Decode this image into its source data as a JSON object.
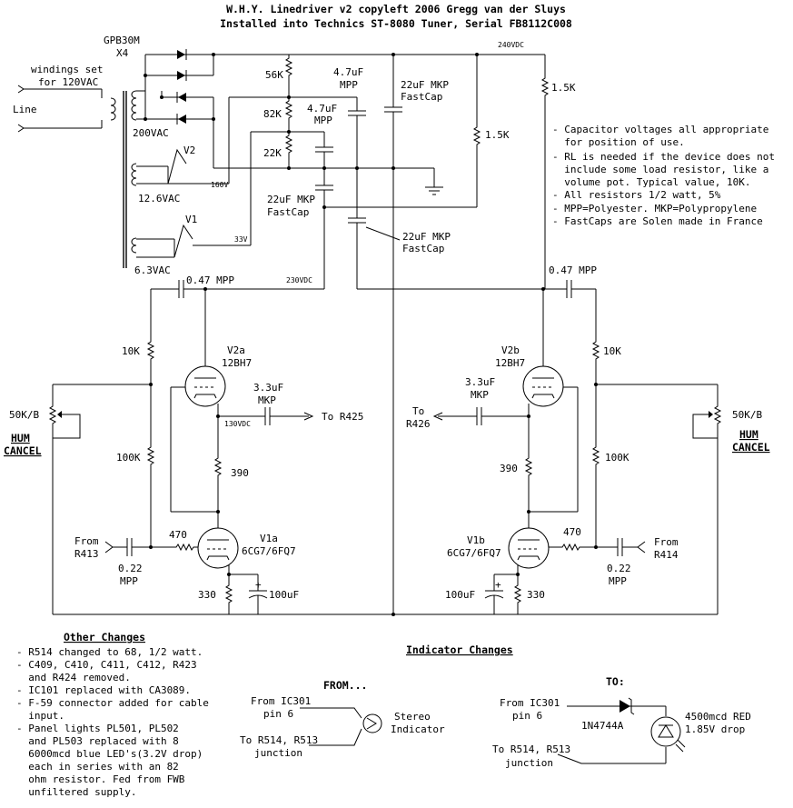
{
  "header": {
    "title_line1": "W.H.Y. Linedriver v2 copyleft 2006 Gregg van der Sluys",
    "title_line2": "Installed into Technics ST-8080 Tuner, Serial FB8112C008"
  },
  "power": {
    "rectifier": "GPB30M",
    "rectifier_count": "X4",
    "windings_note_1": "windings set",
    "windings_note_2": "for 120VAC",
    "line": "Line",
    "v200": "200VAC",
    "v2_label": "V2",
    "v126": "12.6VAC",
    "v160": "160V",
    "v1_label": "V1",
    "v33": "33V",
    "v63": "6.3VAC",
    "r56k": "56K",
    "r82k": "82K",
    "r22k": "22K",
    "c47_a": "4.7uF",
    "c47_a_type": "MPP",
    "c47_b": "4.7uF",
    "c47_b_type": "MPP",
    "c22_a": "22uF MKP",
    "c22_a_type": "FastCap",
    "c22_b": "22uF MKP",
    "c22_b_type": "FastCap",
    "c22_c": "22uF MKP",
    "c22_c_type": "FastCap",
    "v240": "240VDC",
    "r15k_a": "1.5K",
    "r15k_b": "1.5K",
    "v230": "230VDC"
  },
  "notes": [
    "- Capacitor voltages all appropriate",
    "  for position of use.",
    "- RL is needed if the device does not",
    "  include some load resistor, like a",
    "  volume pot. Typical value, 10K.",
    "- All resistors 1/2 watt, 5%",
    "- MPP=Polyester. MKP=Polypropylene",
    "- FastCaps are Solen made in France"
  ],
  "left_channel": {
    "c047": "0.47 MPP",
    "r10k": "10K",
    "pot": "50K/B",
    "hum_1": "HUM",
    "hum_2": "CANCEL",
    "r100k": "100K",
    "tube_top": "V2a",
    "tube_top_type": "12BH7",
    "c33": "3.3uF",
    "c33_type": "MKP",
    "to": "To R425",
    "v130": "130VDC",
    "r390": "390",
    "from_1": "From",
    "from_2": "R413",
    "r470": "470",
    "tube_bot": "V1a",
    "tube_bot_type": "6CG7/6FQ7",
    "c022": "0.22",
    "c022_type": "MPP",
    "r330": "330",
    "c100": "100uF",
    "plus": "+"
  },
  "right_channel": {
    "c047": "0.47 MPP",
    "r10k": "10K",
    "pot": "50K/B",
    "hum_1": "HUM",
    "hum_2": "CANCEL",
    "r100k": "100K",
    "tube_top": "V2b",
    "tube_top_type": "12BH7",
    "c33": "3.3uF",
    "c33_type": "MKP",
    "to_1": "To",
    "to_2": "R426",
    "r390": "390",
    "from_1": "From",
    "from_2": "R414",
    "r470": "470",
    "tube_bot": "V1b",
    "tube_bot_type": "6CG7/6FQ7",
    "c022": "0.22",
    "c022_type": "MPP",
    "r330": "330",
    "c100": "100uF",
    "plus": "+"
  },
  "other_changes": {
    "title": "Other Changes",
    "lines": [
      "- R514 changed to 68, 1/2 watt.",
      "- C409, C410, C411, C412, R423",
      "  and R424 removed.",
      "- IC101 replaced with CA3089.",
      "- F-59 connector added for cable",
      "  input.",
      "- Panel lights PL501, PL502",
      "  and PL503 replaced with 8",
      "  6000mcd blue LED's(3.2V drop)",
      "  each in series with an 82",
      "  ohm resistor. Fed from FWB",
      "  unfiltered supply."
    ]
  },
  "indicator": {
    "title": "Indicator Changes",
    "from_title": "FROM...",
    "to_title": "TO:",
    "from_ic_1": "From IC301",
    "from_ic_2": "pin 6",
    "from_r_1": "To R514, R513",
    "from_r_2": "junction",
    "stereo_1": "Stereo",
    "stereo_2": "Indicator",
    "to_ic_1": "From IC301",
    "to_ic_2": "pin 6",
    "to_r_1": "To R514, R513",
    "to_r_2": "junction",
    "diode": "1N4744A",
    "led_1": "4500mcd RED",
    "led_2": "1.85V drop"
  }
}
